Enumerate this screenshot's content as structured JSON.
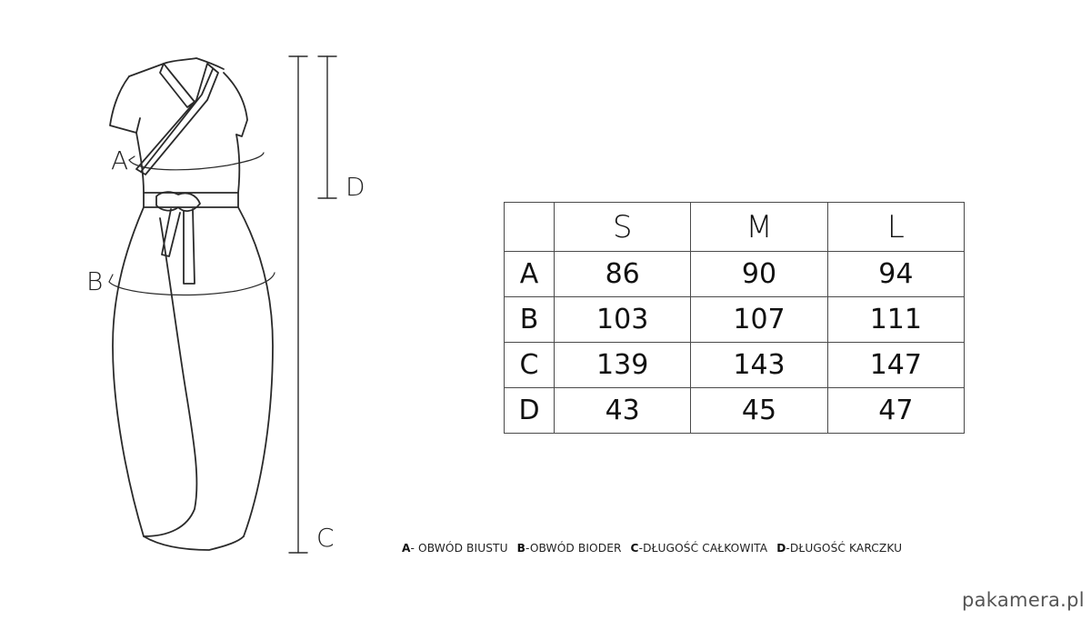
{
  "diagram_labels": {
    "A": "A",
    "B": "B",
    "C": "C",
    "D": "D"
  },
  "table": {
    "headers": [
      "S",
      "M",
      "L"
    ],
    "rows": [
      {
        "label": "A",
        "values": [
          "86",
          "90",
          "94"
        ]
      },
      {
        "label": "B",
        "values": [
          "103",
          "107",
          "111"
        ]
      },
      {
        "label": "C",
        "values": [
          "139",
          "143",
          "147"
        ]
      },
      {
        "label": "D",
        "values": [
          "43",
          "45",
          "47"
        ]
      }
    ]
  },
  "legend": [
    {
      "key": "A",
      "text": "- OBWÓD BIUSTU"
    },
    {
      "key": "B",
      "text": "-OBWÓD BIODER"
    },
    {
      "key": "C",
      "text": "-DŁUGOŚĆ CAŁKOWITA"
    },
    {
      "key": "D",
      "text": "-DŁUGOŚĆ KARCZKU"
    }
  ],
  "logo": {
    "text": "pakamera.pl"
  },
  "colors": {
    "line": "#2a2a2a",
    "background": "#ffffff"
  }
}
